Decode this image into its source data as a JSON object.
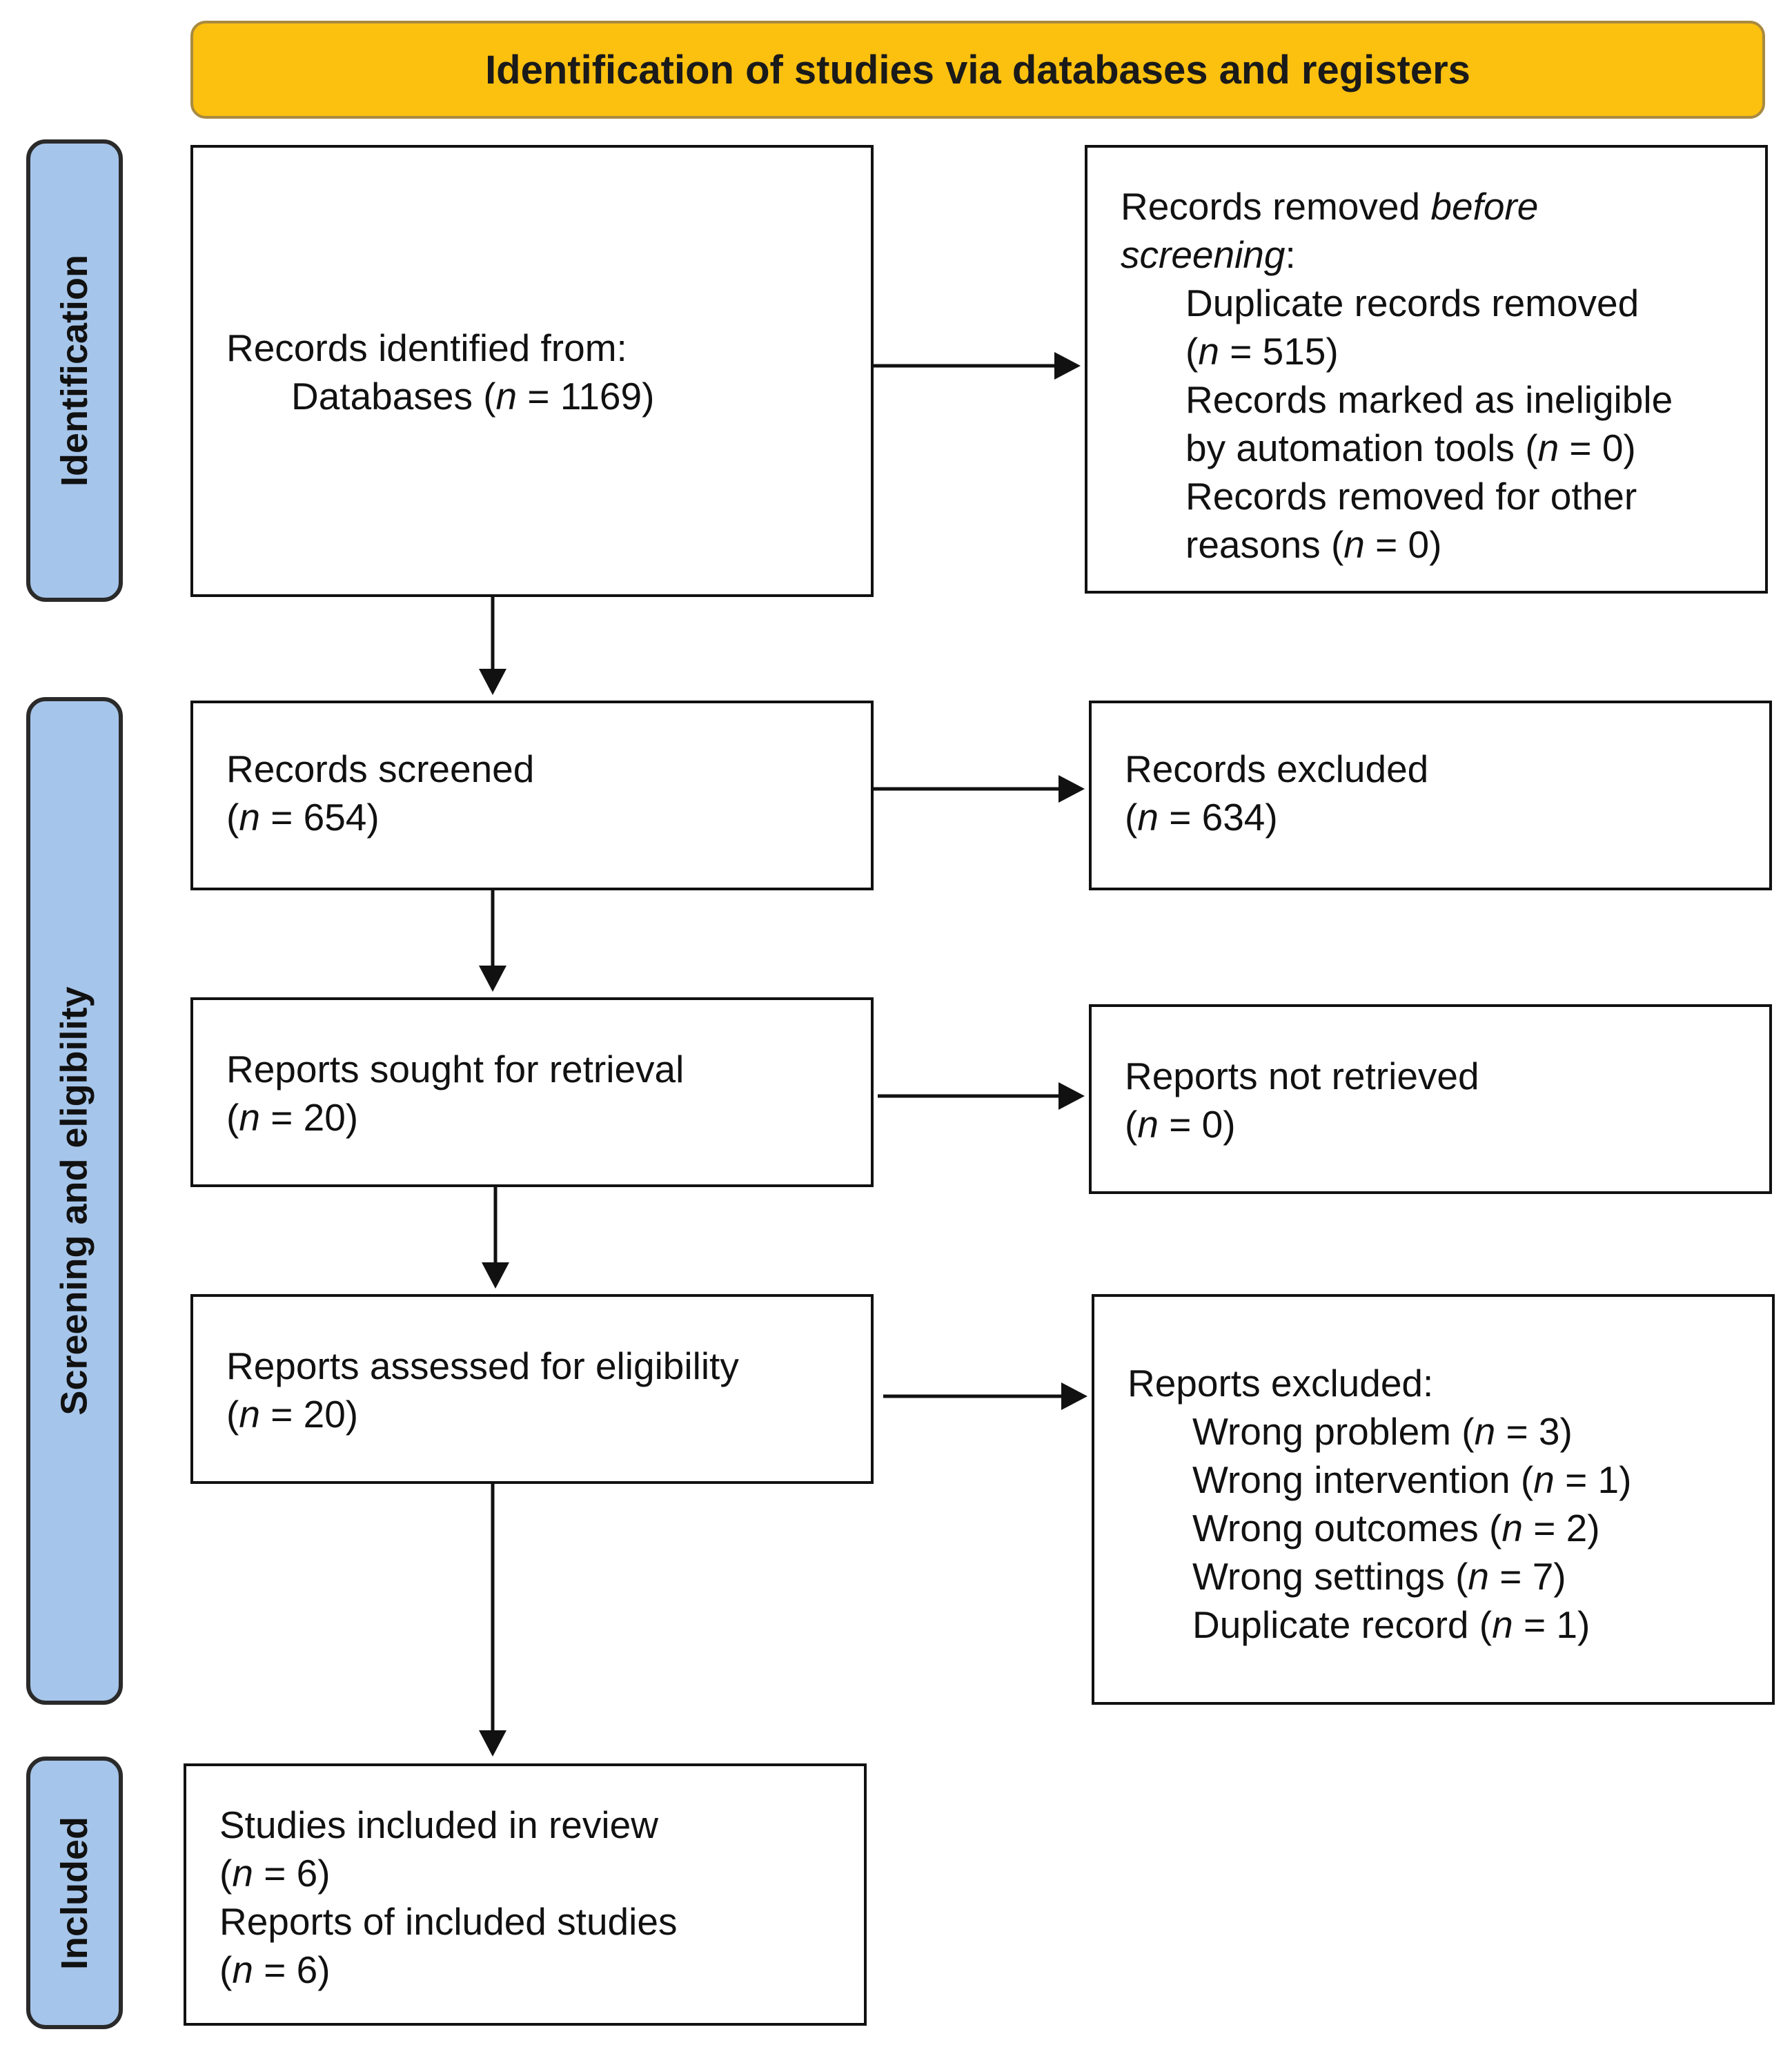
{
  "header": {
    "title": "Identification of studies via databases and registers"
  },
  "phases": {
    "identification": "Identification",
    "screening": "Screening and eligibility",
    "included": "Included"
  },
  "identified": {
    "title": "Records identified from:",
    "databases_label": "Databases (",
    "n_italic": "n",
    "databases_value": " = 1169)"
  },
  "removed": {
    "line1_pre": "Records removed ",
    "line1_italic": "before",
    "line2_italic": "screening",
    "line2_post": ":",
    "duplicates_line1": "Duplicate records removed",
    "duplicates_line2_open": "(",
    "duplicates_n": "n",
    "duplicates_line2_value": " = 515)",
    "ineligible_line1": "Records marked as ineligible",
    "ineligible_line2_pre": "by automation tools (",
    "ineligible_n": "n",
    "ineligible_line2_value": " = 0)",
    "other_line1": "Records removed for other",
    "other_line2_pre": "reasons (",
    "other_n": "n",
    "other_line2_value": " = 0)"
  },
  "screened": {
    "title": "Records screened",
    "open": "(",
    "n": "n",
    "value": " = 654)"
  },
  "excluded": {
    "title": "Records excluded",
    "open": "(",
    "n": "n",
    "value": " = 634)"
  },
  "sought": {
    "title": "Reports sought for retrieval",
    "open": "(",
    "n": "n",
    "value": " = 20)"
  },
  "not_retrieved": {
    "title": "Reports not retrieved",
    "open": "(",
    "n": "n",
    "value": " = 0)"
  },
  "assessed": {
    "title": "Reports assessed for eligibility",
    "open": "(",
    "n": "n",
    "value": " = 20)"
  },
  "reports_excluded": {
    "title": "Reports excluded:",
    "reasons": [
      {
        "label": "Wrong problem (",
        "n": "n",
        "value": " = 3)"
      },
      {
        "label": "Wrong intervention (",
        "n": "n",
        "value": " = 1)"
      },
      {
        "label": "Wrong outcomes (",
        "n": "n",
        "value": " = 2)"
      },
      {
        "label": "Wrong settings (",
        "n": "n",
        "value": " = 7)"
      },
      {
        "label": "Duplicate record (",
        "n": "n",
        "value": " = 1)"
      }
    ]
  },
  "included": {
    "studies_title": "Studies included in review",
    "studies_open": "(",
    "studies_n": "n",
    "studies_value": " = 6)",
    "reports_title": "Reports of included studies",
    "reports_open": "(",
    "reports_n": "n",
    "reports_value": " = 6)"
  },
  "colors": {
    "header": "#fcc00f",
    "phase": "#a6c5ea",
    "stroke": "#111111"
  }
}
